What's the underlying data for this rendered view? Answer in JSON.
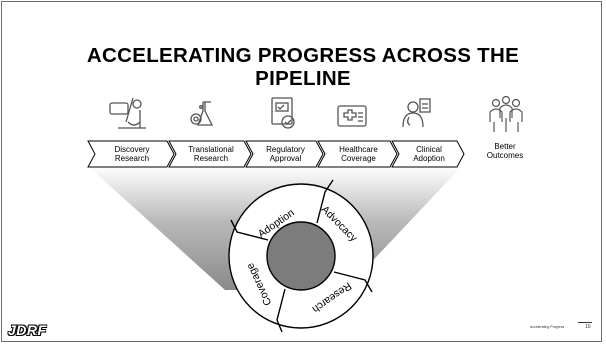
{
  "title": {
    "line1": "ACCELERATING PROGRESS ACROSS THE",
    "line2": "PIPELINE"
  },
  "pipeline": {
    "stages": [
      {
        "line1": "Discovery",
        "line2": "Research",
        "icon": "microscope-icon"
      },
      {
        "line1": "Translational",
        "line2": "Research",
        "icon": "flask-gear-icon"
      },
      {
        "line1": "Regulatory",
        "line2": "Approval",
        "icon": "approval-checklist-icon"
      },
      {
        "line1": "Healthcare",
        "line2": "Coverage",
        "icon": "insurance-card-icon"
      },
      {
        "line1": "Clinical",
        "line2": "Adoption",
        "icon": "doctor-clipboard-icon"
      }
    ],
    "outcome": {
      "line1": "Better",
      "line2": "Outcomes",
      "icon": "people-group-icon"
    }
  },
  "cycle": {
    "segments": [
      "Adoption",
      "Advocacy",
      "Research",
      "Coverage"
    ]
  },
  "footer": {
    "logo": "JDRF",
    "label": "Accelerating Progress",
    "page": "10"
  }
}
